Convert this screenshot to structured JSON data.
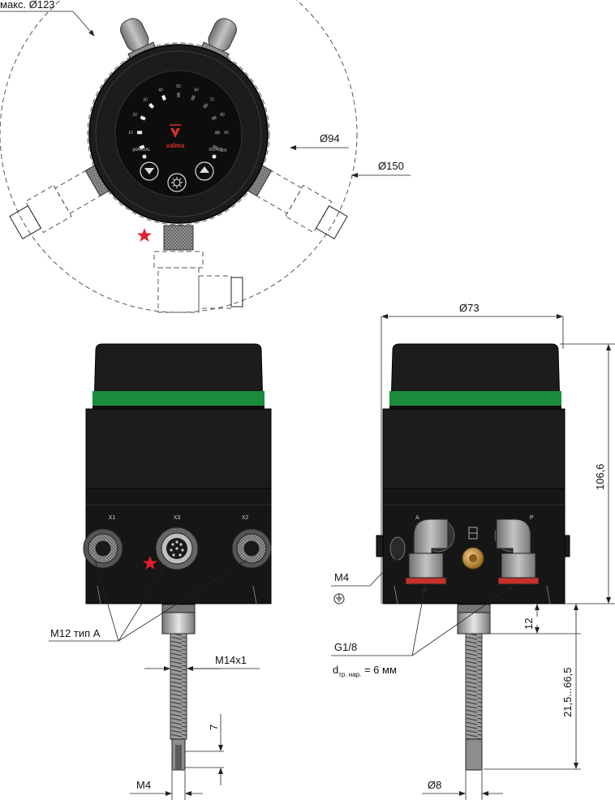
{
  "labels": {
    "max_d123": "макс. Ø123",
    "d94": "Ø94",
    "d150": "Ø150",
    "d73": "Ø73",
    "h106_6": "106,6",
    "d12": "12",
    "range": "21,5...66,5",
    "m4_right": "M4",
    "g1_8": "G1/8",
    "dtube_main": "d",
    "dtube_sub": "тр. нар.",
    "dtube_value": " = 6 мм",
    "d8": "Ø8",
    "m12": "M12 тип A",
    "m14x1": "M14x1",
    "d7": "7",
    "m4_left": "M4"
  },
  "panel": {
    "brand": "valma",
    "manual": "MANUAL",
    "rs485": "RS-485",
    "scale": [
      "0",
      "10",
      "20",
      "30",
      "40",
      "50",
      "60",
      "70",
      "80",
      "90",
      "100"
    ],
    "x1": "X1",
    "x2": "X2",
    "x3": "X3",
    "port_a": "A",
    "port_p": "P"
  },
  "colors": {
    "body": "#1c1c1c",
    "green_band": "#1a8c3c",
    "star": "#e0202a",
    "logo": "#d8302a",
    "brass": "#c89a50",
    "fitting_gray": "#9a9a9a",
    "red_ring": "#c8322a"
  }
}
